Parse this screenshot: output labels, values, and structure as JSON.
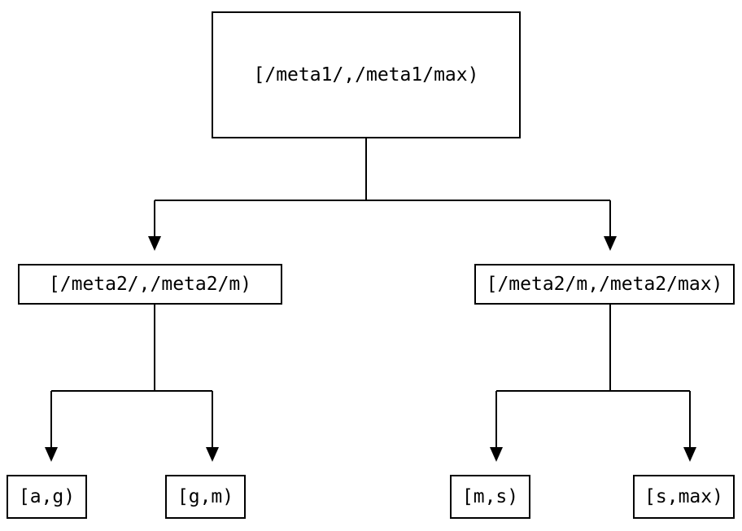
{
  "tree": {
    "root": {
      "label": "[/meta1/,/meta1/max)"
    },
    "children": [
      {
        "label": "[/meta2/,/meta2/m)",
        "children": [
          {
            "label": "[a,g)"
          },
          {
            "label": "[g,m)"
          }
        ]
      },
      {
        "label": "[/meta2/m,/meta2/max)",
        "children": [
          {
            "label": "[m,s)"
          },
          {
            "label": "[s,max)"
          }
        ]
      }
    ],
    "colors": {
      "line": "#000000",
      "box_border": "#000000",
      "text": "#000000",
      "background": "#ffffff"
    }
  }
}
